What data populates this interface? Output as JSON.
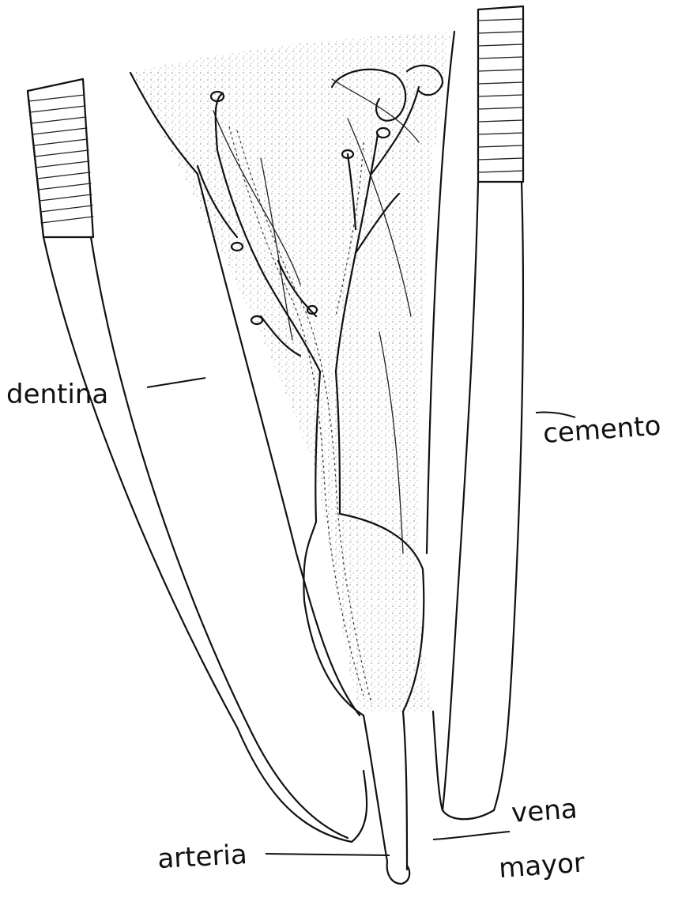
{
  "labels": {
    "dentina": "dentina",
    "cemento": "cemento",
    "vena": "vena",
    "mayor": "mayor",
    "arteria": "arteria"
  }
}
